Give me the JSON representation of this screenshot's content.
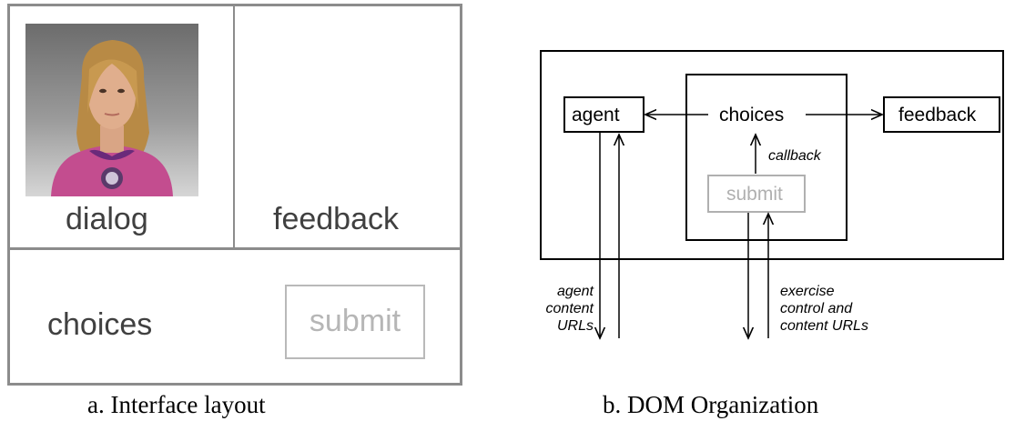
{
  "panel_a": {
    "labels": {
      "dialog": "dialog",
      "feedback": "feedback",
      "choices": "choices",
      "submit": "submit"
    },
    "caption": "a.  Interface layout"
  },
  "panel_b": {
    "nodes": {
      "agent": "agent",
      "choices": "choices",
      "feedback": "feedback",
      "submit": "submit"
    },
    "annotations": {
      "callback": "callback",
      "agent_urls": [
        "agent",
        "content",
        "URLs"
      ],
      "exercise_urls": [
        "exercise",
        "control and",
        "content URLs"
      ]
    },
    "caption": "b. DOM Organization"
  }
}
